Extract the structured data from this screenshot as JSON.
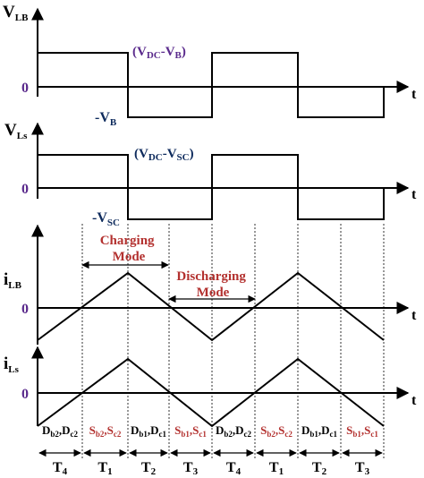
{
  "colors": {
    "black": "#000000",
    "navy": "#0d2a5c",
    "purple": "#5a2a8c",
    "red": "#b3312f"
  },
  "axes": {
    "vlb": {
      "name": "V",
      "sub": "LB",
      "zero": "0",
      "t": "t"
    },
    "vls": {
      "name": "V",
      "sub": "Ls",
      "zero": "0",
      "t": "t"
    },
    "ilb": {
      "name": "i",
      "sub": "LB",
      "zero": "0",
      "t": "t"
    },
    "ils": {
      "name": "i",
      "sub": "Ls",
      "zero": "0",
      "t": "t"
    }
  },
  "annotations": {
    "vdc_vb": {
      "open": "(V",
      "sub1": "DC",
      "mid": "-V",
      "sub2": "B",
      "close": ")"
    },
    "neg_vb": {
      "main": "-V",
      "sub": "B"
    },
    "vdc_vsc": {
      "open": "(V",
      "sub1": "DC",
      "mid": "-V",
      "sub2": "SC",
      "close": ")"
    },
    "neg_vsc": {
      "main": "-V",
      "sub": "SC"
    },
    "charging": [
      "Charging",
      "Mode"
    ],
    "discharging": [
      "Discharging",
      "Mode"
    ]
  },
  "devices": [
    {
      "a": "D",
      "as": "b2",
      "b": "D",
      "bs": "c2",
      "color": "black"
    },
    {
      "a": "S",
      "as": "b2",
      "b": "S",
      "bs": "c2",
      "color": "red"
    },
    {
      "a": "D",
      "as": "b1",
      "b": "D",
      "bs": "c1",
      "color": "black"
    },
    {
      "a": "S",
      "as": "b1",
      "b": "S",
      "bs": "c1",
      "color": "red"
    },
    {
      "a": "D",
      "as": "b2",
      "b": "D",
      "bs": "c2",
      "color": "black"
    },
    {
      "a": "S",
      "as": "b2",
      "b": "S",
      "bs": "c2",
      "color": "red"
    },
    {
      "a": "D",
      "as": "b1",
      "b": "D",
      "bs": "c1",
      "color": "black"
    },
    {
      "a": "S",
      "as": "b1",
      "b": "S",
      "bs": "c1",
      "color": "red"
    }
  ],
  "intervals": [
    {
      "name": "T",
      "sub": "4"
    },
    {
      "name": "T",
      "sub": "1"
    },
    {
      "name": "T",
      "sub": "2"
    },
    {
      "name": "T",
      "sub": "3"
    },
    {
      "name": "T",
      "sub": "4"
    },
    {
      "name": "T",
      "sub": "1"
    },
    {
      "name": "T",
      "sub": "2"
    },
    {
      "name": "T",
      "sub": "3"
    }
  ]
}
